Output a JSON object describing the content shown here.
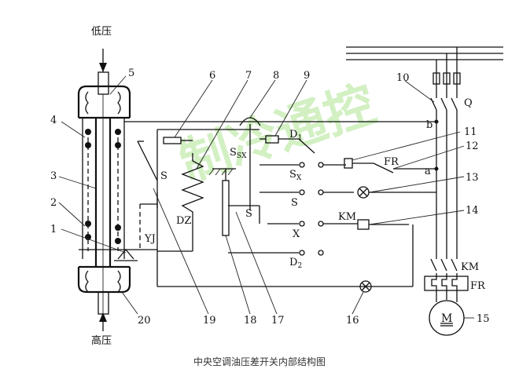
{
  "labels": {
    "low_pressure": "低压",
    "high_pressure": "高压",
    "n1": "1",
    "n2": "2",
    "n3": "3",
    "n4": "4",
    "n5": "5",
    "n6": "6",
    "n7": "7",
    "n8": "8",
    "n9": "9",
    "n10": "10",
    "n11": "11",
    "n12": "12",
    "n13": "13",
    "n14": "14",
    "n15": "15",
    "n16": "16",
    "n17": "17",
    "n18": "18",
    "n19": "19",
    "n20": "20",
    "s_left": "S",
    "dz": "DZ",
    "yj": "YJ",
    "s_sx": "S",
    "s_sx_sub": "SX",
    "d1": "D",
    "d1_sub": "1",
    "s_x": "S",
    "s_x_sub": "X",
    "s_mid": "S",
    "s_low": "S",
    "x": "X",
    "d2": "D",
    "d2_sub": "2",
    "fr_top": "FR",
    "a": "a",
    "b": "b",
    "q": "Q",
    "km_coil": "KM",
    "km_contacts": "KM",
    "fr_bottom": "FR",
    "motor": "M"
  },
  "caption": "中央空调油压差开关内部结构图",
  "watermark": "制冷通控",
  "colors": {
    "line": "#111111",
    "watermark": "#6ecf3a",
    "caption": "#333333"
  }
}
